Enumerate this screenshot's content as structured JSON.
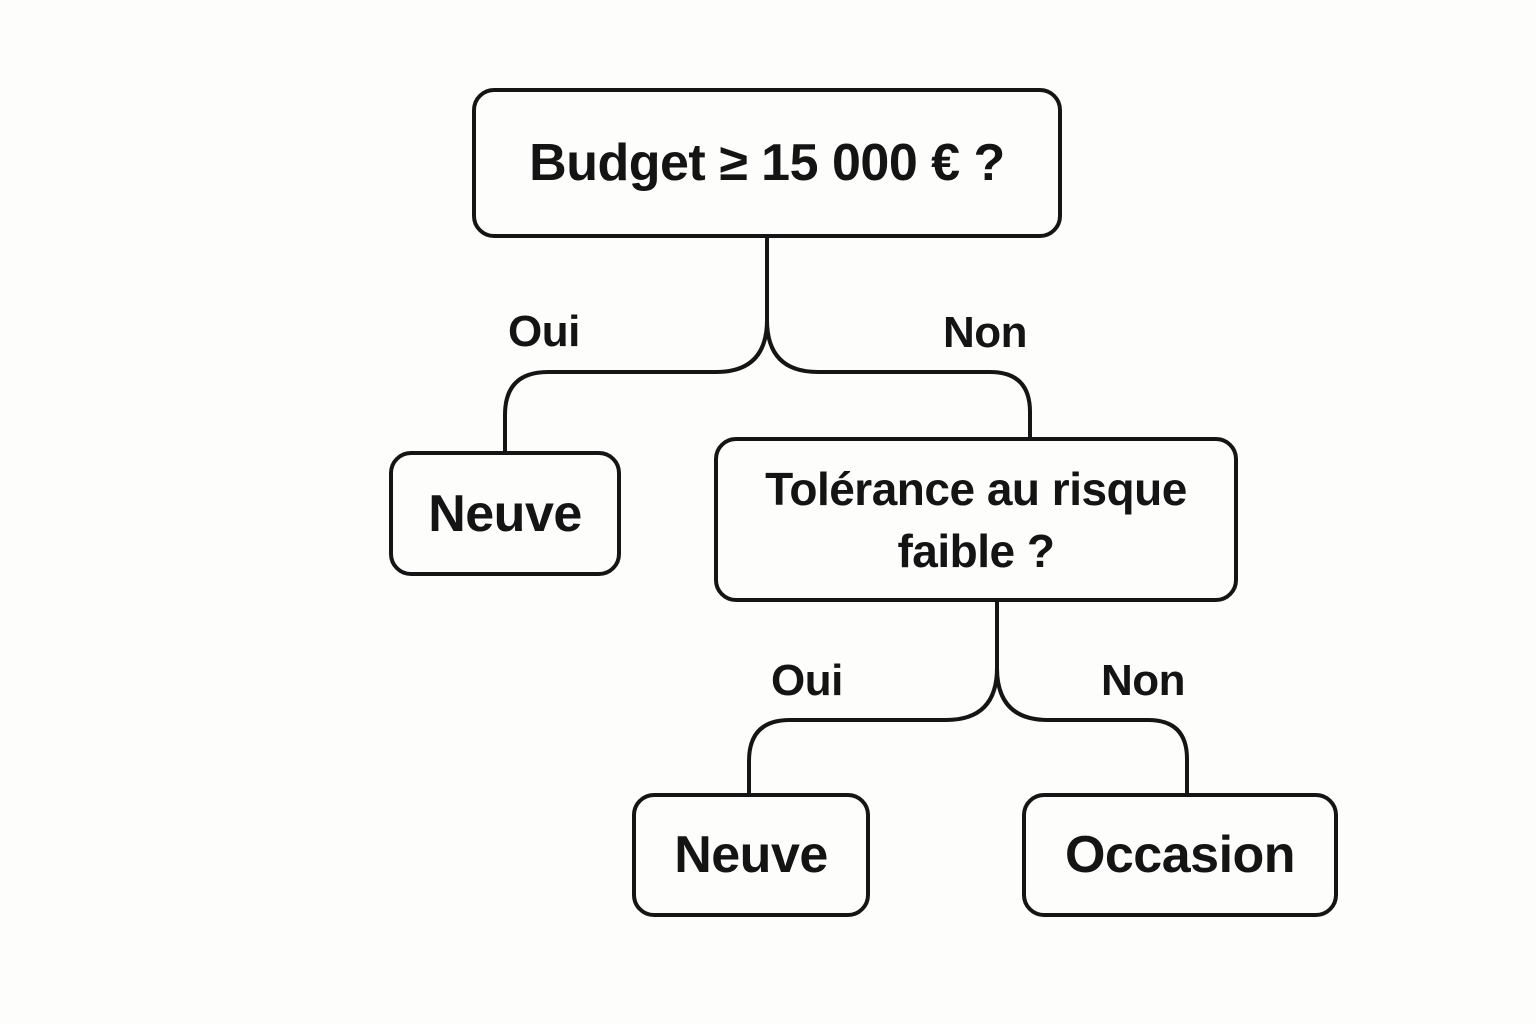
{
  "root": {
    "label": "Budget ≥ 15 000 € ?"
  },
  "left_leaf": {
    "label": "Neuve"
  },
  "middle": {
    "line1": "Tolérance au risque",
    "line2": "faible ?"
  },
  "bottom_left": {
    "label": "Neuve"
  },
  "bottom_right": {
    "label": "Occasion"
  },
  "edges": {
    "root_yes": "Oui",
    "root_no": "Non",
    "middle_yes": "Oui",
    "middle_no": "Non"
  }
}
